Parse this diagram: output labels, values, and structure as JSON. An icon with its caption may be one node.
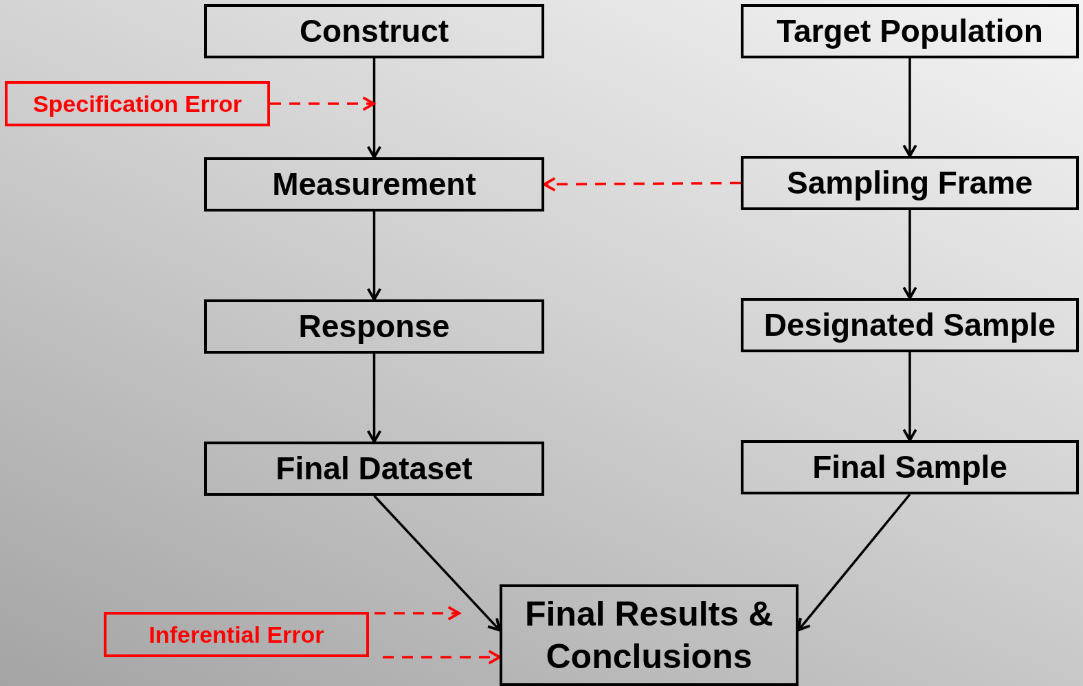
{
  "diagram": {
    "nodes": [
      {
        "text": [
          "Construct"
        ]
      },
      {
        "text": [
          "Target Population"
        ]
      },
      {
        "text": [
          "Specification Error"
        ]
      },
      {
        "text": [
          "Measurement"
        ]
      },
      {
        "text": [
          "Sampling Frame"
        ]
      },
      {
        "text": [
          "Response"
        ]
      },
      {
        "text": [
          "Designated Sample"
        ]
      },
      {
        "text": [
          "Final Dataset"
        ]
      },
      {
        "text": [
          "Final Sample"
        ]
      },
      {
        "text": [
          "Inferential Error"
        ]
      },
      {
        "text": [
          "Final Results & Conclusions"
        ]
      }
    ],
    "edges": [
      {
        "from": 0,
        "to": 3,
        "arrow": "to"
      },
      {
        "from": 1,
        "to": 4,
        "arrow": "to"
      },
      {
        "from": 2,
        "to": null,
        "arrow": "to",
        "style": "dashed",
        "color": "#ff0000"
      },
      {
        "from": 4,
        "to": 3,
        "arrow": "to",
        "style": "dashed",
        "color": "#ff0000"
      },
      {
        "from": 3,
        "to": 5,
        "arrow": "to"
      },
      {
        "from": 4,
        "to": 6,
        "arrow": "to"
      },
      {
        "from": 5,
        "to": 7,
        "arrow": "to"
      },
      {
        "from": 6,
        "to": 8,
        "arrow": "to"
      },
      {
        "from": 7,
        "to": 10,
        "arrow": "to"
      },
      {
        "from": 8,
        "to": 10,
        "arrow": "to"
      },
      {
        "from": 9,
        "to": null,
        "arrow": "to",
        "style": "dashed",
        "color": "#ff0000"
      },
      {
        "from": 9,
        "to": 10,
        "arrow": "to",
        "style": "dashed",
        "color": "#ff0000"
      }
    ]
  }
}
